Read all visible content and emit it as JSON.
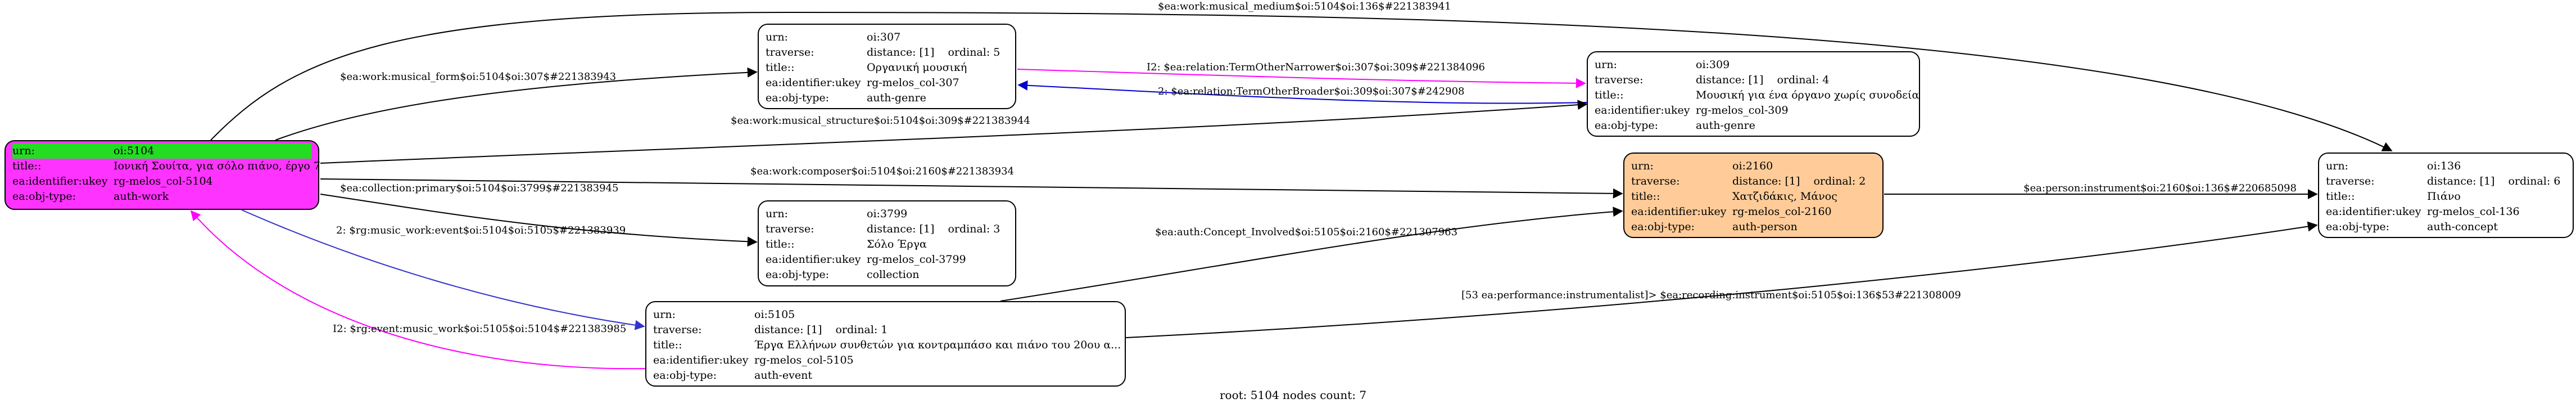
{
  "colors": {
    "root_fill": "#ff33ff",
    "root_urn_highlight": "#22dd22",
    "person_fill": "#ffcc99",
    "default_fill": "#ffffff",
    "edge_default": "#000000",
    "edge_narrower": "#ff00ff",
    "edge_broader": "#0000cc",
    "edge_event": "#3333cc",
    "edge_event_back": "#ff00ff"
  },
  "nodes": {
    "n5104": {
      "rows": [
        {
          "k": "urn:",
          "v": "oi:5104"
        },
        {
          "k": "title::",
          "v": "Ιονική Σουίτα, για σόλο πιάνο, έργο 7"
        },
        {
          "k": "ea:identifier:ukey",
          "v": "rg-melos_col-5104"
        },
        {
          "k": "ea:obj-type:",
          "v": "auth-work"
        }
      ]
    },
    "n307": {
      "rows": [
        {
          "k": "urn:",
          "v": "oi:307"
        },
        {
          "k": "traverse:",
          "v": "distance: [1]",
          "ord": "ordinal: 5"
        },
        {
          "k": "title::",
          "v": "Οργανική μουσική"
        },
        {
          "k": "ea:identifier:ukey",
          "v": "rg-melos_col-307"
        },
        {
          "k": "ea:obj-type:",
          "v": "auth-genre"
        }
      ]
    },
    "n309": {
      "rows": [
        {
          "k": "urn:",
          "v": "oi:309"
        },
        {
          "k": "traverse:",
          "v": "distance: [1]",
          "ord": "ordinal: 4"
        },
        {
          "k": "title::",
          "v": "Μουσική για ένα όργανο χωρίς συνοδεία"
        },
        {
          "k": "ea:identifier:ukey",
          "v": "rg-melos_col-309"
        },
        {
          "k": "ea:obj-type:",
          "v": "auth-genre"
        }
      ]
    },
    "n3799": {
      "rows": [
        {
          "k": "urn:",
          "v": "oi:3799"
        },
        {
          "k": "traverse:",
          "v": "distance: [1]",
          "ord": "ordinal: 3"
        },
        {
          "k": "title::",
          "v": "Σόλο Έργα"
        },
        {
          "k": "ea:identifier:ukey",
          "v": "rg-melos_col-3799"
        },
        {
          "k": "ea:obj-type:",
          "v": "collection"
        }
      ]
    },
    "n2160": {
      "rows": [
        {
          "k": "urn:",
          "v": "oi:2160"
        },
        {
          "k": "traverse:",
          "v": "distance: [1]",
          "ord": "ordinal: 2"
        },
        {
          "k": "title::",
          "v": "Χατζιδάκις, Μάνος"
        },
        {
          "k": "ea:identifier:ukey",
          "v": "rg-melos_col-2160"
        },
        {
          "k": "ea:obj-type:",
          "v": "auth-person"
        }
      ]
    },
    "n5105": {
      "rows": [
        {
          "k": "urn:",
          "v": "oi:5105"
        },
        {
          "k": "traverse:",
          "v": "distance: [1]",
          "ord": "ordinal: 1"
        },
        {
          "k": "title::",
          "v": "Έργα Ελλήνων συνθετών για κοντραμπάσο και πιάνο του 20ου α..."
        },
        {
          "k": "ea:identifier:ukey",
          "v": "rg-melos_col-5105"
        },
        {
          "k": "ea:obj-type:",
          "v": "auth-event"
        }
      ]
    },
    "n136": {
      "rows": [
        {
          "k": "urn:",
          "v": "oi:136"
        },
        {
          "k": "traverse:",
          "v": "distance: [1]",
          "ord": "ordinal: 6"
        },
        {
          "k": "title::",
          "v": "Πιάνο"
        },
        {
          "k": "ea:identifier:ukey",
          "v": "rg-melos_col-136"
        },
        {
          "k": "ea:obj-type:",
          "v": "auth-concept"
        }
      ]
    }
  },
  "edges": [
    {
      "id": "e_medium",
      "label": "$ea:work:musical_medium$oi:5104$oi:136$#221383941"
    },
    {
      "id": "e_form",
      "label": "$ea:work:musical_form$oi:5104$oi:307$#221383943"
    },
    {
      "id": "e_narrower",
      "label": "I2: $ea:relation:TermOtherNarrower$oi:307$oi:309$#221384096"
    },
    {
      "id": "e_broader",
      "label": "2: $ea:relation:TermOtherBroader$oi:309$oi:307$#242908"
    },
    {
      "id": "e_structure",
      "label": "$ea:work:musical_structure$oi:5104$oi:309$#221383944"
    },
    {
      "id": "e_composer",
      "label": "$ea:work:composer$oi:5104$oi:2160$#221383934"
    },
    {
      "id": "e_instrument",
      "label": "$ea:person:instrument$oi:2160$oi:136$#220685098"
    },
    {
      "id": "e_collection",
      "label": "$ea:collection:primary$oi:5104$oi:3799$#221383945"
    },
    {
      "id": "e_event",
      "label": "2: $rg:music_work:event$oi:5104$oi:5105$#221383939"
    },
    {
      "id": "e_involved",
      "label": "$ea:auth:Concept_Involved$oi:5105$oi:2160$#221307963"
    },
    {
      "id": "e_recording",
      "label": "[53 ea:performance:instrumentalist]> $ea:recording:instrument$oi:5105$oi:136$53#221308009"
    },
    {
      "id": "e_eventback",
      "label": "I2: $rg:event:music_work$oi:5105$oi:5104$#221383985"
    }
  ],
  "footer": "root: 5104 nodes count: 7"
}
